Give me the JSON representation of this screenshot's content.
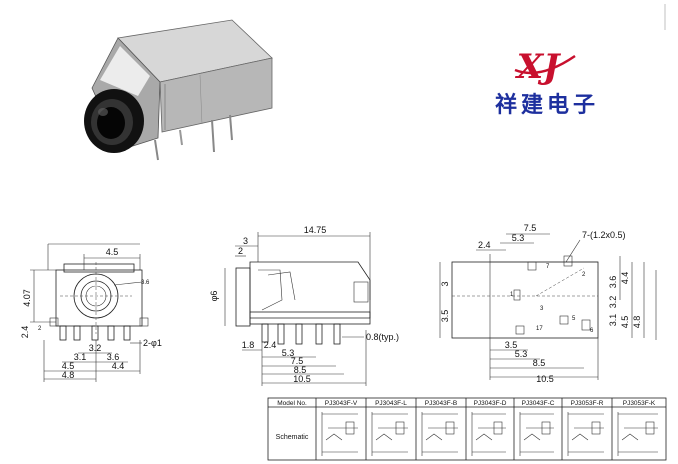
{
  "logo": {
    "mark": "XJ",
    "company": "祥建电子"
  },
  "front_view": {
    "dims": {
      "d45": "4.5",
      "d36": "3.6",
      "d407": "4.07",
      "d24": "2.4",
      "d2": "2",
      "d32": "3.2",
      "d31": "3.1",
      "d36b": "3.6",
      "d45b": "4.5",
      "d44": "4.4",
      "d48": "4.8",
      "d2phi1": "2-φ1"
    }
  },
  "side_view": {
    "dims": {
      "d1475": "14.75",
      "d3": "3",
      "d2": "2",
      "d6": "φ6",
      "d18": "1.8",
      "d24": "2.4",
      "d53": "5.3",
      "d75": "7.5",
      "d85": "8.5",
      "d105": "10.5",
      "d08": "0.8(typ.)"
    }
  },
  "top_view": {
    "dims": {
      "d75": "7.5",
      "d53": "5.3",
      "d24": "2.4",
      "holes": "7-(1.2x0.5)",
      "d3": "3",
      "d35": "3.5",
      "d36": "3.6",
      "d44": "4.4",
      "d32": "3.2",
      "d31": "3.1",
      "d45": "4.5",
      "d48": "4.8",
      "d35b": "3.5",
      "d53b": "5.3",
      "d85": "8.5",
      "d105": "10.5",
      "p7": "7",
      "p1": "1",
      "p2": "2",
      "p5": "5",
      "p6": "6",
      "p3": "3",
      "p17": "17"
    }
  },
  "table": {
    "model_label": "Model No.",
    "schematic_label": "Schematic",
    "models": [
      "PJ3043F-V",
      "PJ3043F-L",
      "PJ3043F-B",
      "PJ3043F-D",
      "PJ3043F-C",
      "PJ3053F-R",
      "PJ3053F-K"
    ]
  }
}
